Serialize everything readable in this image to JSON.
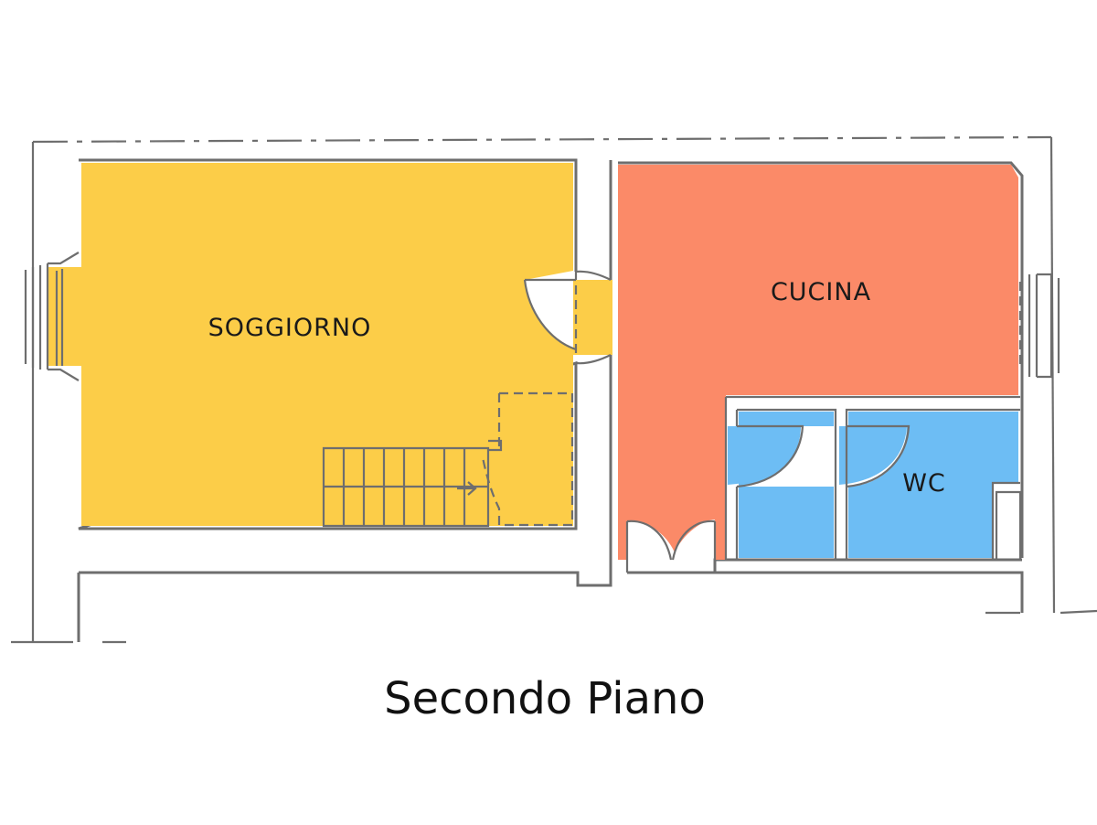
{
  "plan": {
    "rooms": [
      {
        "id": "soggiorno",
        "label": "SOGGIORNO",
        "color": "#FCCD48"
      },
      {
        "id": "cucina",
        "label": "CUCINA",
        "color": "#FB8A68"
      },
      {
        "id": "wc",
        "label": "WC",
        "color": "#6DBDF4"
      }
    ],
    "caption": "Secondo Piano"
  },
  "colors": {
    "wall": "#6e6e6e",
    "background": "#ffffff"
  }
}
